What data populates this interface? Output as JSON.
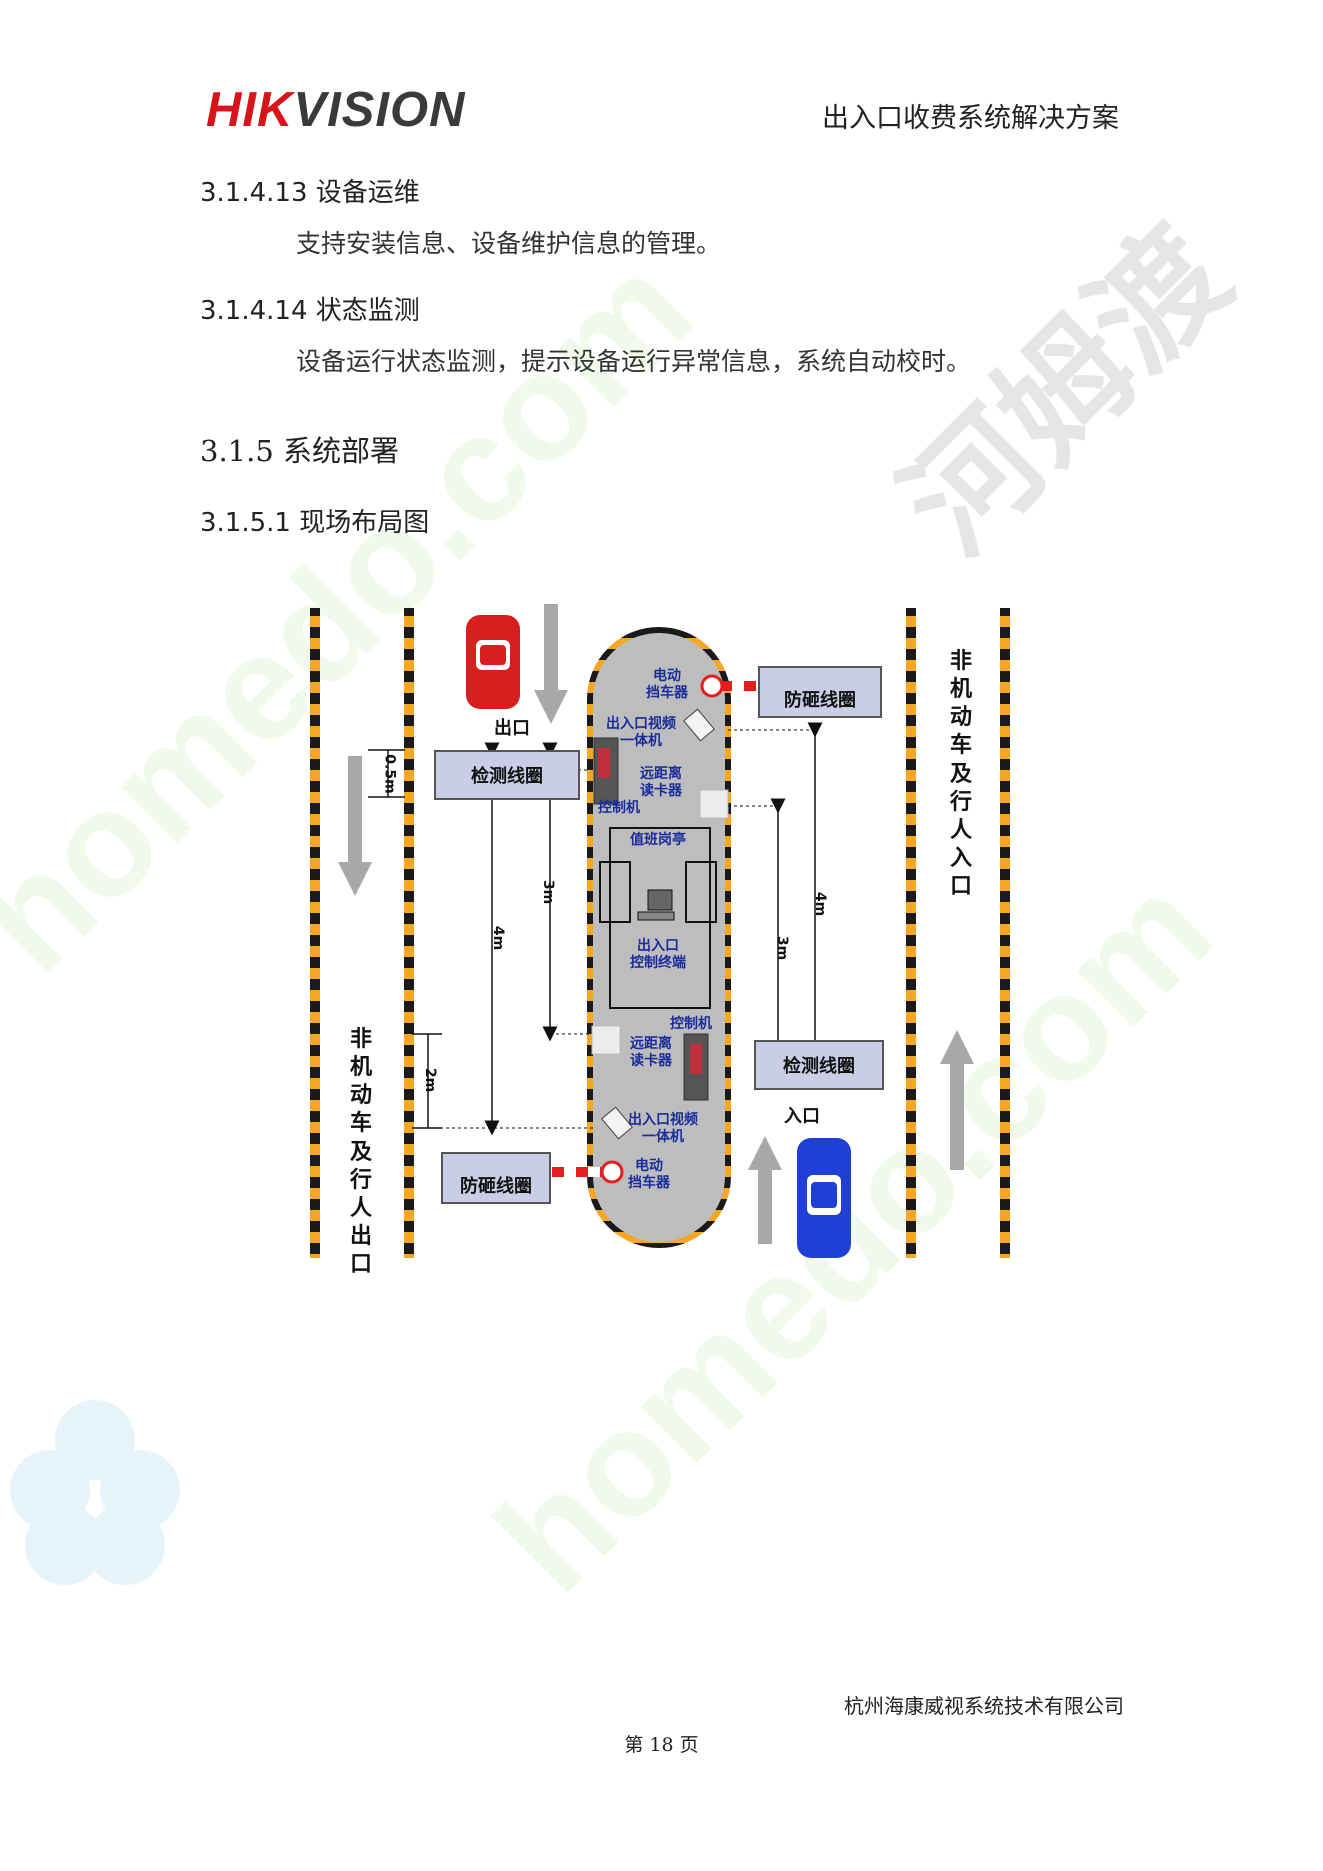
{
  "header": {
    "logo_part1": "HIK",
    "logo_part2": "VISION",
    "doc_title": "出入口收费系统解决方案"
  },
  "sections": {
    "s1": {
      "number": "3.1.4.13",
      "title": "设备运维",
      "body": "支持安装信息、设备维护信息的管理。"
    },
    "s2": {
      "number": "3.1.4.14",
      "title": "状态监测",
      "body": "设备运行状态监测，提示设备运行异常信息，系统自动校时。"
    },
    "s3": {
      "number": "3.1.5",
      "title": "系统部署"
    },
    "s4": {
      "number": "3.1.5.1",
      "title": "现场布局图"
    }
  },
  "diagram": {
    "exit_label": "出口",
    "entrance_label": "入口",
    "loop_detector": "检测线圈",
    "anti_smash_loop": "防砸线圈",
    "barrier_gate": "电动\n挡车器",
    "lpr_camera": "出入口视频\n一体机",
    "rfid_reader": "远距离\n读卡器",
    "controller": "控制机",
    "booth": "值班岗亭",
    "control_terminal": "出入口\n控制终端",
    "left_side_label": "非机动车及行人出口",
    "right_side_label": "非机动车及行人入口",
    "dims": {
      "d05": "0.5m",
      "d3": "3m",
      "d4": "4m",
      "d2": "2m"
    },
    "colors": {
      "exit_car": "#d81e1e",
      "entry_car": "#1f3fd6",
      "island": "#bdbdbd",
      "curb": "#f5a623"
    }
  },
  "watermark": {
    "site": "homedo.com",
    "brand": "河姆渡"
  },
  "footer": {
    "company": "杭州海康威视系统技术有限公司",
    "page": "第 18 页"
  }
}
